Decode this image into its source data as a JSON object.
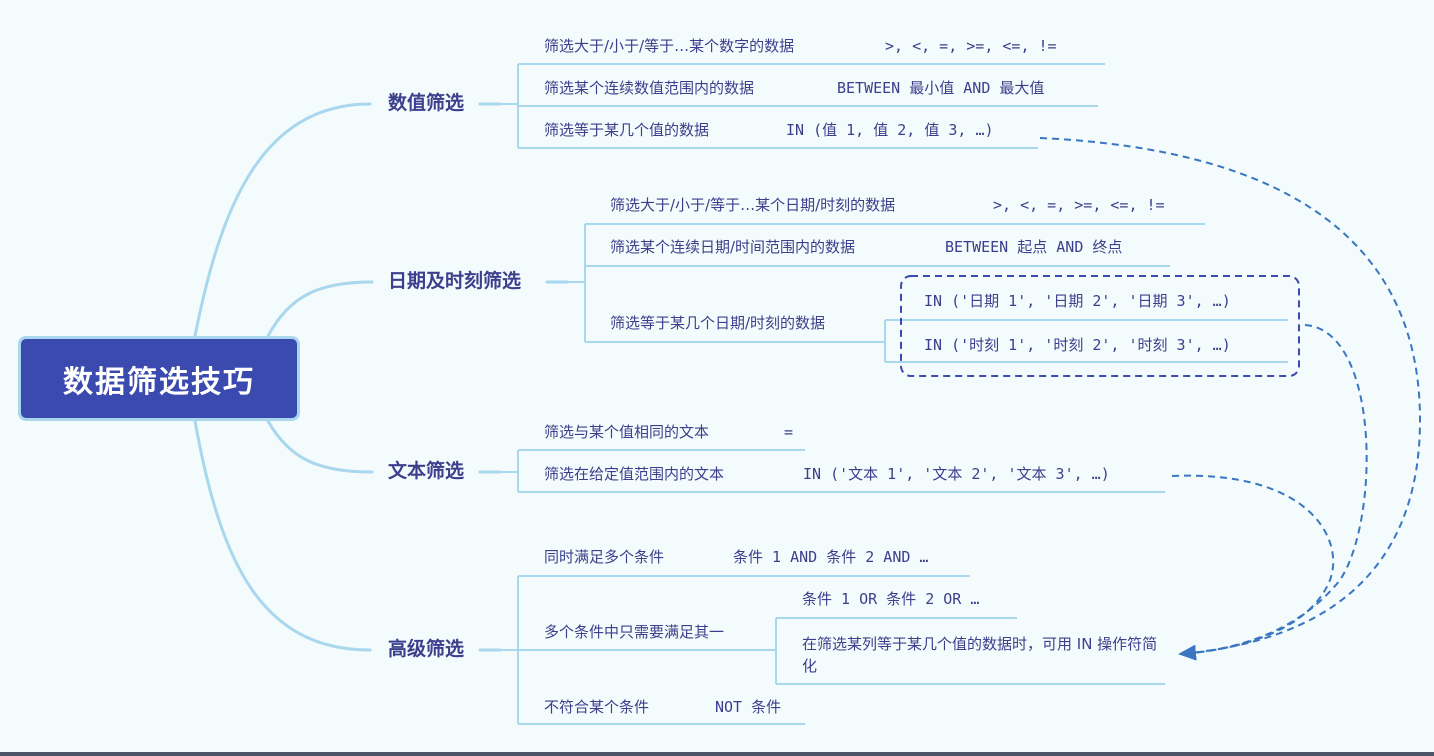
{
  "root": {
    "label": "数据筛选技巧"
  },
  "branches": {
    "numeric": {
      "label": "数值筛选",
      "items": [
        {
          "text": "筛选大于/小于/等于…某个数字的数据",
          "syntax": ">, <, =, >=, <=, !="
        },
        {
          "text": "筛选某个连续数值范围内的数据",
          "syntax": "BETWEEN 最小值 AND 最大值"
        },
        {
          "text": "筛选等于某几个值的数据",
          "syntax": "IN (值 1, 值 2, 值 3, …)"
        }
      ]
    },
    "datetime": {
      "label": "日期及时刻筛选",
      "items": [
        {
          "text": "筛选大于/小于/等于…某个日期/时刻的数据",
          "syntax": ">, <, =, >=, <=, !="
        },
        {
          "text": "筛选某个连续日期/时间范围内的数据",
          "syntax": "BETWEEN 起点 AND 终点"
        },
        {
          "text": "筛选等于某几个日期/时刻的数据",
          "syntax_a": "IN ('日期 1', '日期 2', '日期 3', …)",
          "syntax_b": "IN ('时刻 1', '时刻 2', '时刻 3', …)"
        }
      ]
    },
    "text": {
      "label": "文本筛选",
      "items": [
        {
          "text": "筛选与某个值相同的文本",
          "syntax": "="
        },
        {
          "text": "筛选在给定值范围内的文本",
          "syntax": "IN ('文本 1', '文本 2', '文本 3', …)"
        }
      ]
    },
    "advanced": {
      "label": "高级筛选",
      "items": [
        {
          "text": "同时满足多个条件",
          "syntax": "条件 1 AND 条件 2 AND …"
        },
        {
          "text": "多个条件中只需要满足其一",
          "syntax": "条件 1 OR 条件 2 OR …",
          "note": "在筛选某列等于某几个值的数据时，可用 IN 操作符简化"
        },
        {
          "text": "不符合某个条件",
          "syntax": "NOT 条件"
        }
      ]
    }
  },
  "colors": {
    "line": "#a9d7ee",
    "root_fill": "#3a4aae",
    "text": "#3b3f8c",
    "arrow": "#3a77c0",
    "dash_box": "#3a4aae"
  }
}
